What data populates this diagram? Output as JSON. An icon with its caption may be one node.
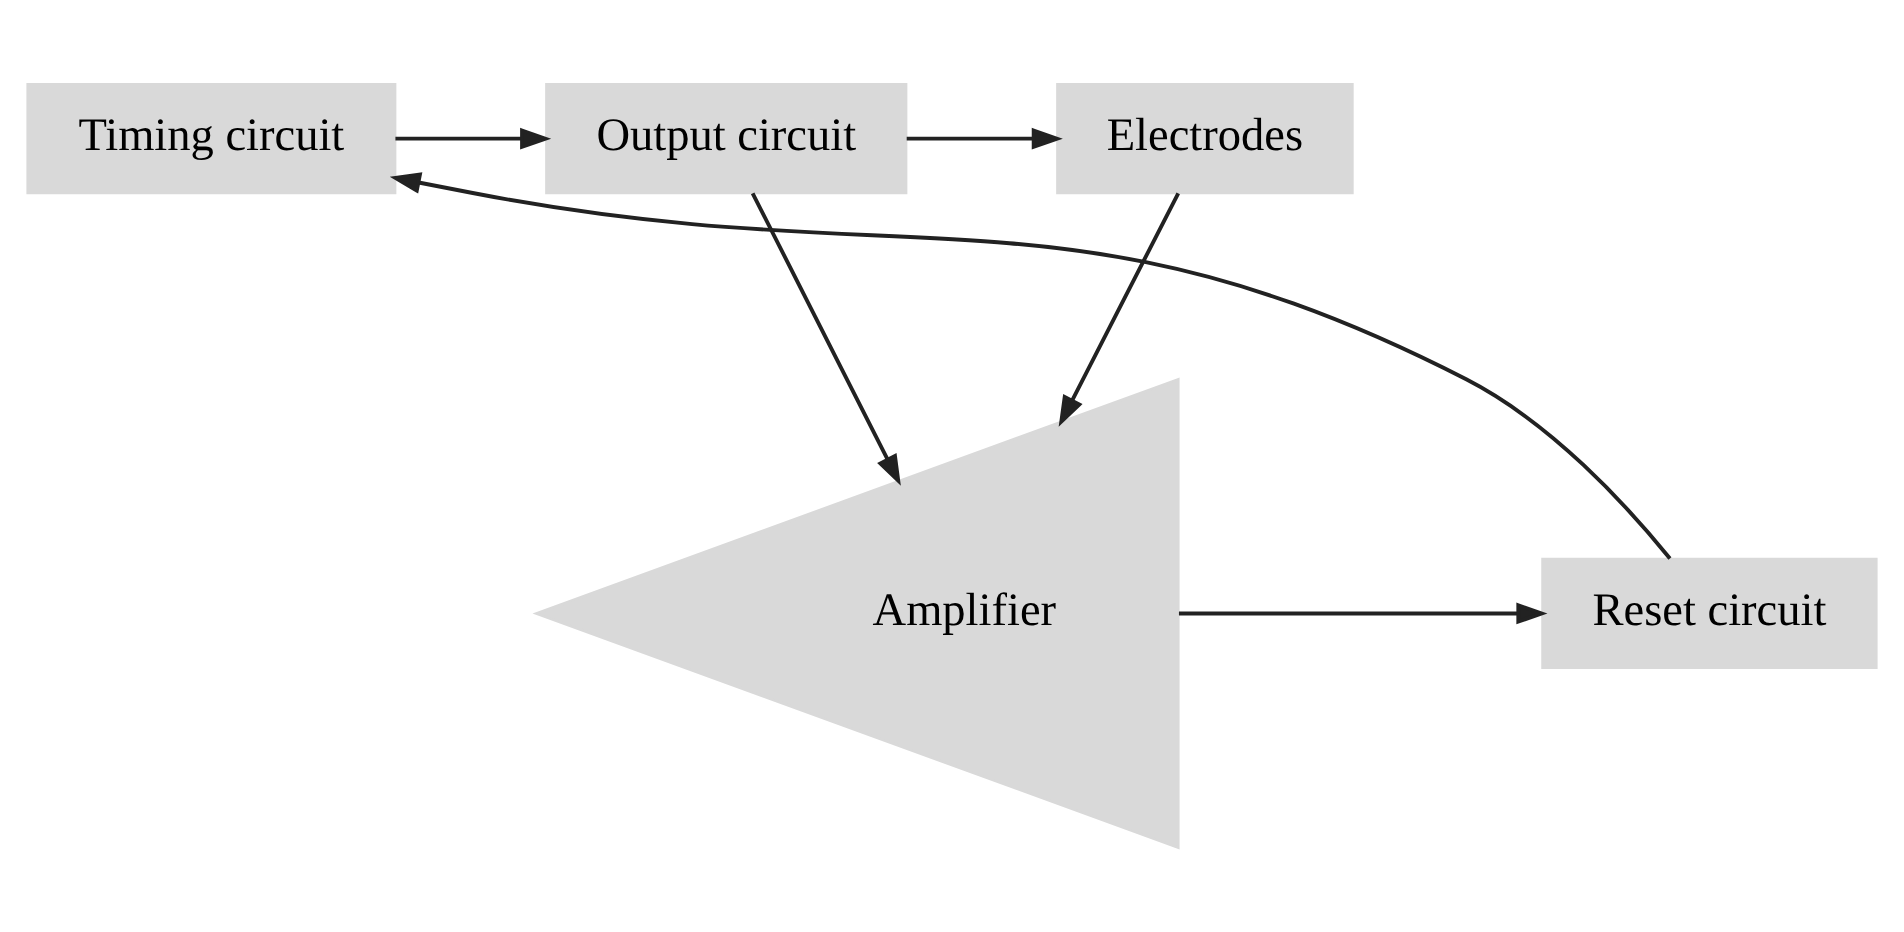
{
  "diagram": {
    "nodes": [
      {
        "text": [
          "Timing circuit"
        ]
      },
      {
        "text": [
          "Output circuit"
        ]
      },
      {
        "text": [
          "Electrodes"
        ]
      },
      {
        "text": [
          "Amplifier"
        ]
      },
      {
        "text": [
          "Reset circuit"
        ]
      }
    ],
    "edges": [
      {
        "from": 0,
        "to": 1,
        "arrow": "to"
      },
      {
        "from": 1,
        "to": 2,
        "arrow": "to"
      },
      {
        "from": 2,
        "to": 3,
        "arrow": "to"
      },
      {
        "from": 1,
        "to": 3,
        "arrow": "to"
      },
      {
        "from": 3,
        "to": 4,
        "arrow": "to"
      },
      {
        "from": 4,
        "to": 0,
        "arrow": "to"
      }
    ]
  }
}
